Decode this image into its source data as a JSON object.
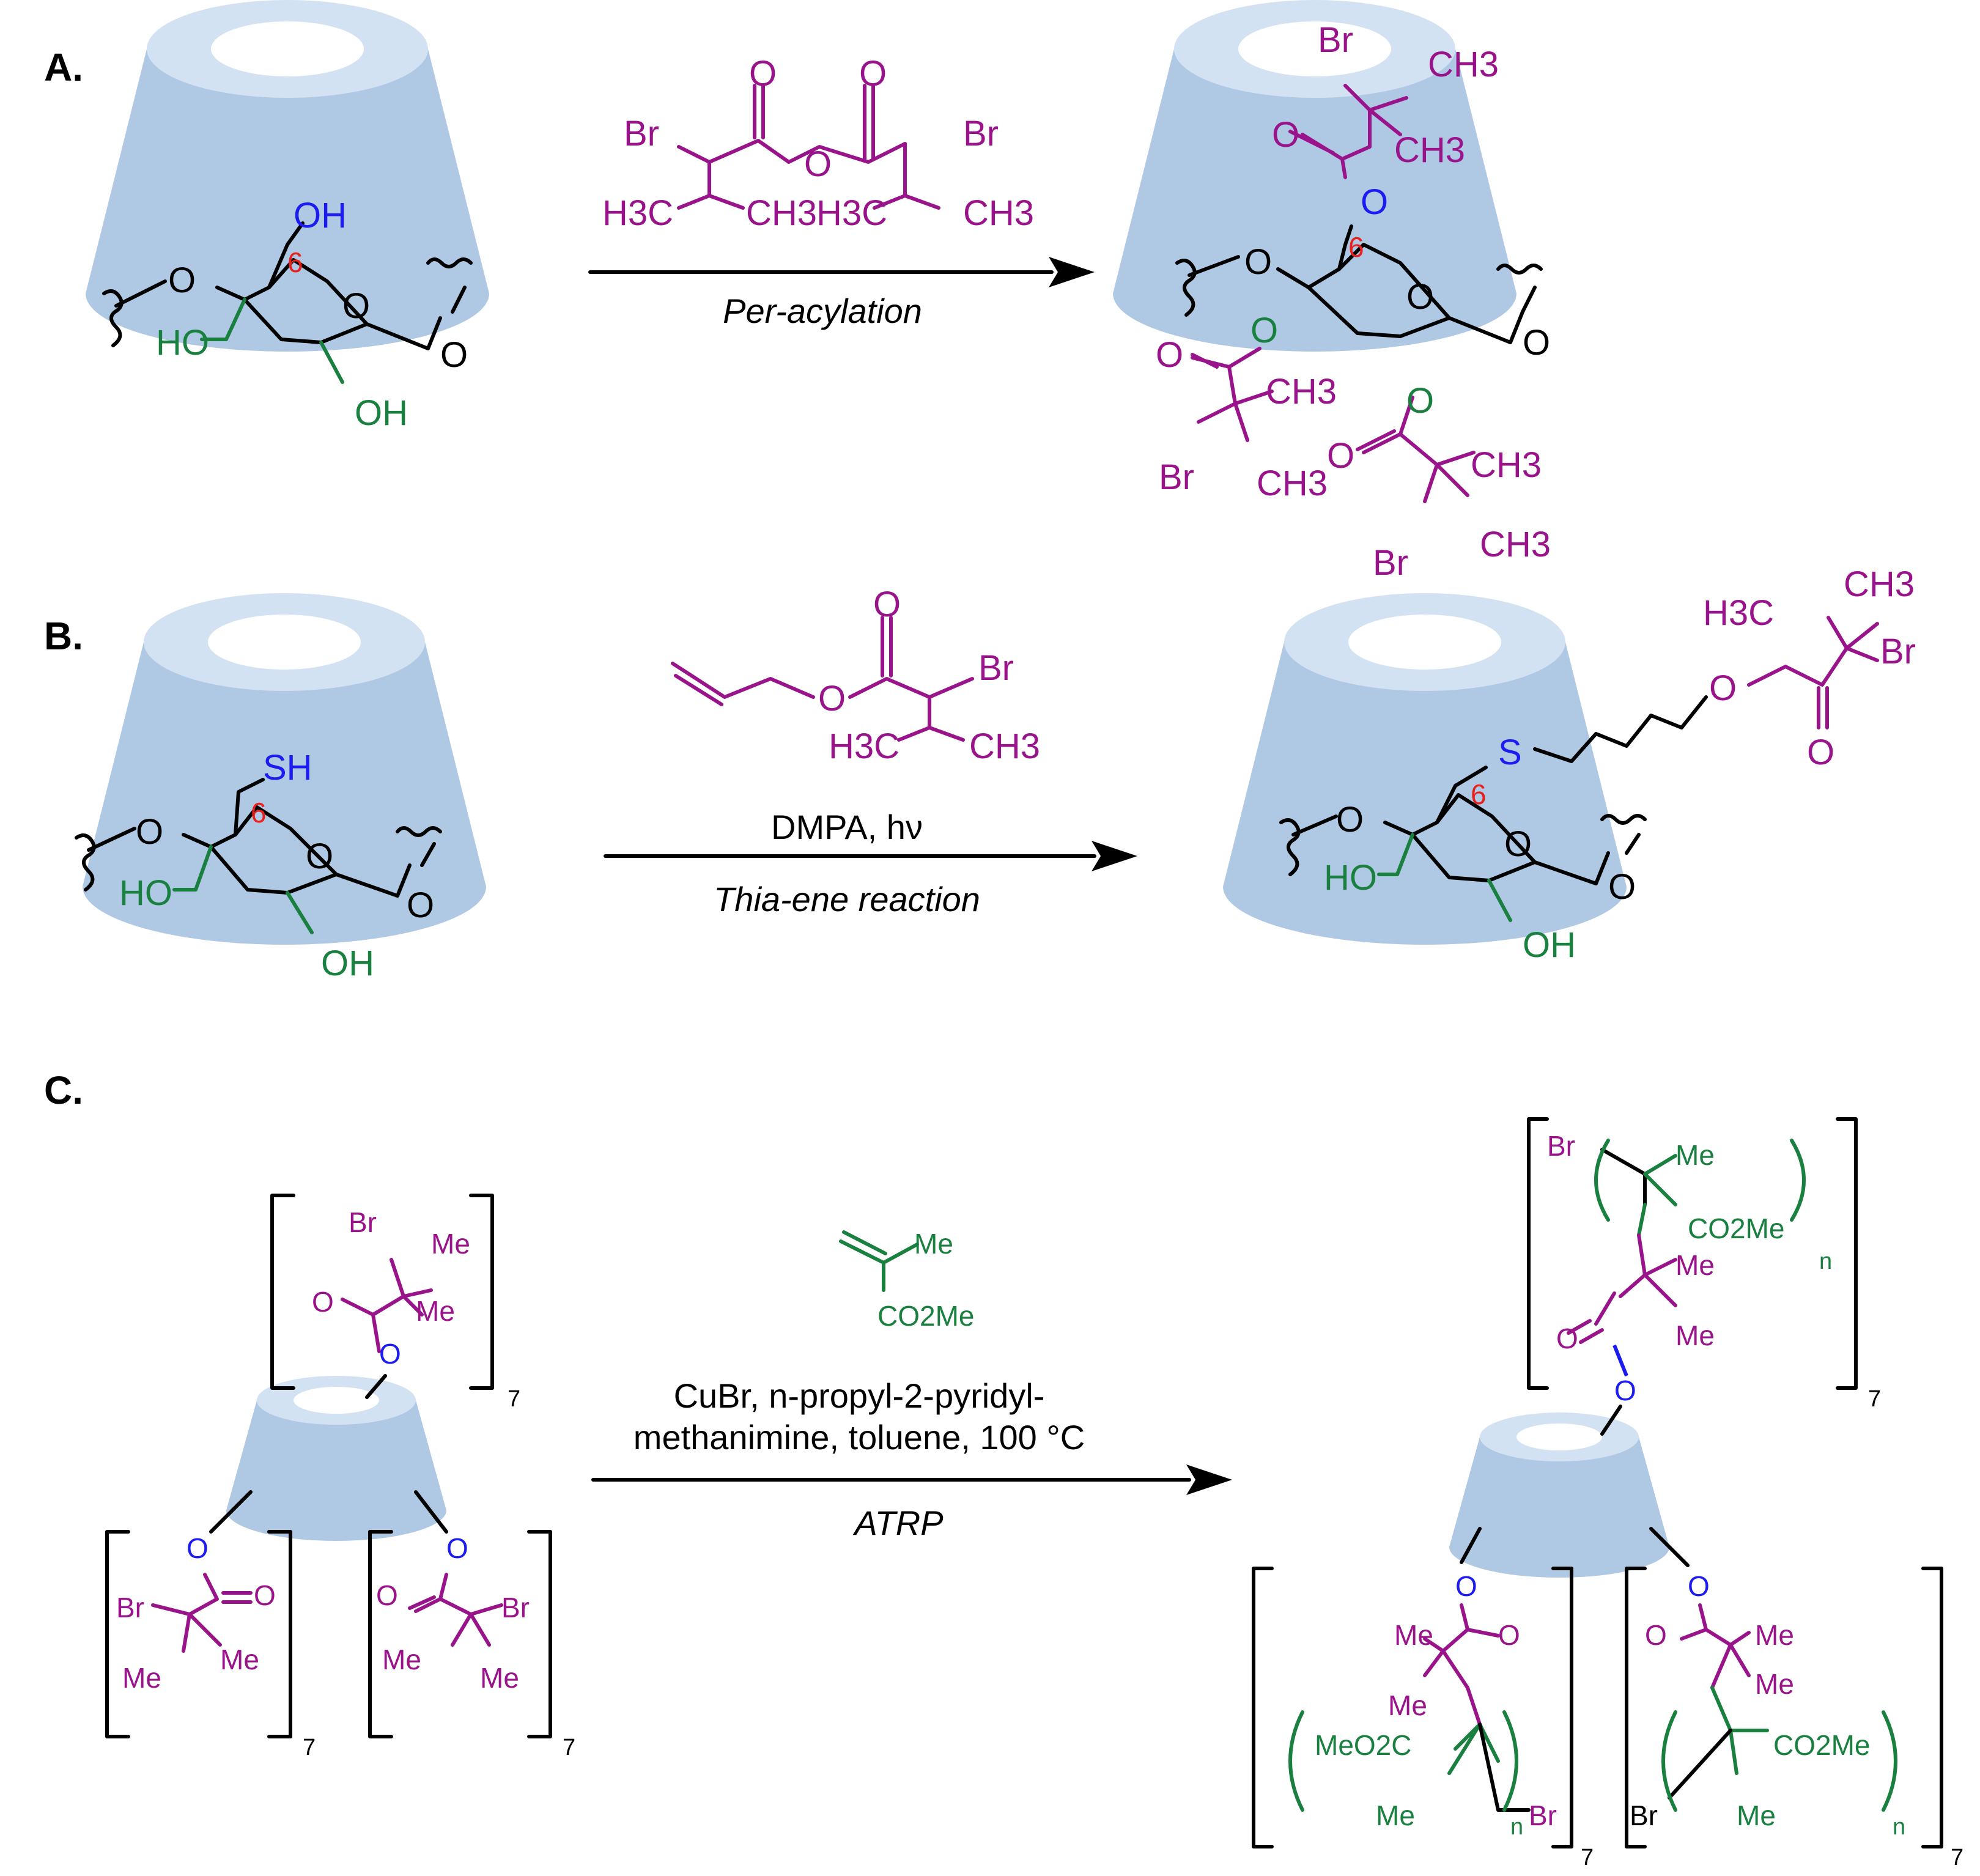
{
  "panels": {
    "a": {
      "label": "A.",
      "conditions": "Per-acylation",
      "reagent": {
        "br_left": "Br",
        "br_right": "Br",
        "o_carbonyl": "O",
        "o_bridge": "O",
        "h3c": "H3C",
        "ch3": "CH3"
      },
      "start": {
        "o_ring": "O",
        "o_link": "O",
        "oh6": "OH",
        "ho3": "HO",
        "oh2": "OH",
        "c6": "6"
      },
      "product": {
        "o_ring": "O",
        "o_link": "O",
        "o6": "O",
        "o3": "O",
        "o2": "O",
        "c6": "6",
        "br": "Br",
        "ch3": "CH3",
        "o_carbonyl": "O"
      }
    },
    "b": {
      "label": "B.",
      "conditions_top": "DMPA, hν",
      "conditions": "Thia-ene reaction",
      "reagent": {
        "br": "Br",
        "o_ester": "O",
        "o_carbonyl": "O",
        "h3c": "H3C",
        "ch3": "CH3"
      },
      "start": {
        "sh": "SH",
        "o_ring": "O",
        "o_link": "O",
        "ho3": "HO",
        "oh2": "OH",
        "c6": "6"
      },
      "product": {
        "s": "S",
        "o_ester": "O",
        "o_carbonyl": "O",
        "br": "Br",
        "h3c": "H3C",
        "ch3": "CH3",
        "o_ring": "O",
        "o_link": "O",
        "ho3": "HO",
        "oh2": "OH",
        "c6": "6"
      }
    },
    "c": {
      "label": "C.",
      "conditions_line1": "CuBr, n-propyl-2-pyridyl-",
      "conditions_line2": "methanimine, toluene, 100 °C",
      "conditions": "ATRP",
      "monomer": {
        "me": "Me",
        "co2me": "CO2Me"
      },
      "repeat_count": "7",
      "polymer_index": "n",
      "atoms": {
        "br": "Br",
        "me": "Me",
        "o": "O",
        "co2me": "CO2Me",
        "meo2c": "MeO2C"
      }
    }
  },
  "colors": {
    "cone_body": "#afc8e4",
    "cone_rim": "#d3e2f2",
    "initiator": "#99148b",
    "hydroxyl": "#1a8040",
    "primary_position": "#1c1cf0",
    "position_number": "#e8201c",
    "bonds": "#000000"
  }
}
